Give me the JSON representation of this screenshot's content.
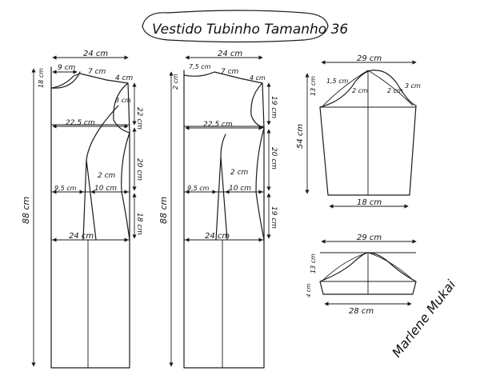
{
  "title": "Vestido Tubinho Tamanho 36",
  "signature": "Marlene Mukai",
  "front": {
    "width_top": "24 cm",
    "neck_w": "9 cm",
    "shoulder": "7 cm",
    "neck_depth": "18 cm",
    "shoulder_drop": "4 cm",
    "bust_height": "22 cm",
    "dart_top": "3 cm",
    "bust_width": "22,5 cm",
    "waist_height": "20 cm",
    "dart_bottom": "2 cm",
    "dart_left": "9,5 cm",
    "dart_right": "10 cm",
    "hip_height": "18 cm",
    "hip_width": "24 cm",
    "length": "88 cm"
  },
  "back": {
    "width_top": "24 cm",
    "neck_depth": "2 cm",
    "neck_w": "7,5 cm",
    "shoulder": "7 cm",
    "shoulder_drop": "4 cm",
    "bust_height": "19 cm",
    "bust_width": "22,5 cm",
    "waist_height": "20 cm",
    "dart_bottom": "2 cm",
    "dart_left": "9,5 cm",
    "dart_right": "10 cm",
    "hip_height": "19 cm",
    "hip_width": "24 cm",
    "length": "88 cm"
  },
  "sleeve": {
    "width_top": "29 cm",
    "cap_height": "13 cm",
    "left_curve": "1,5 cm",
    "center_mark": "2 cm",
    "right_mark": "2 cm",
    "far_right": "3 cm",
    "length": "54 cm",
    "bottom_width": "18 cm"
  },
  "short_sleeve": {
    "width_top": "29 cm",
    "cap_height": "13 cm",
    "hem": "4 cm",
    "bottom_width": "28 cm"
  }
}
